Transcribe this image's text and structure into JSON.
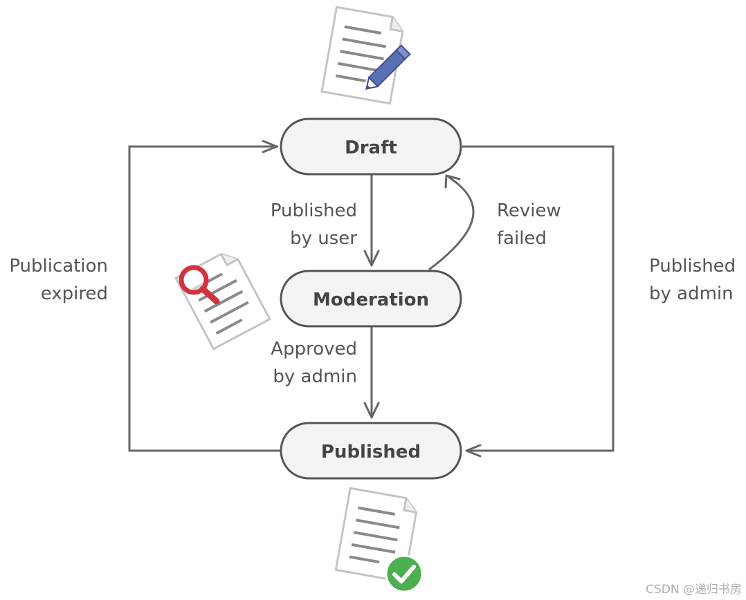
{
  "states": {
    "draft": "Draft",
    "moderation": "Moderation",
    "published": "Published"
  },
  "transitions": {
    "published_by_user": [
      "Published",
      "by user"
    ],
    "review_failed": [
      "Review",
      "failed"
    ],
    "approved_by_admin": [
      "Approved",
      "by admin"
    ],
    "publication_expired": [
      "Publication",
      "expired"
    ],
    "published_by_admin": [
      "Published",
      "by admin"
    ]
  },
  "icons": {
    "draft": "document-with-pencil-icon",
    "moderation": "document-with-magnifier-icon",
    "published": "document-with-checkmark-icon"
  },
  "colors": {
    "pencil": "#5b6fb5",
    "magnifier": "#d1343f",
    "checkmark": "#4caf50",
    "line": "#666666"
  },
  "watermark": "CSDN @递归书房"
}
